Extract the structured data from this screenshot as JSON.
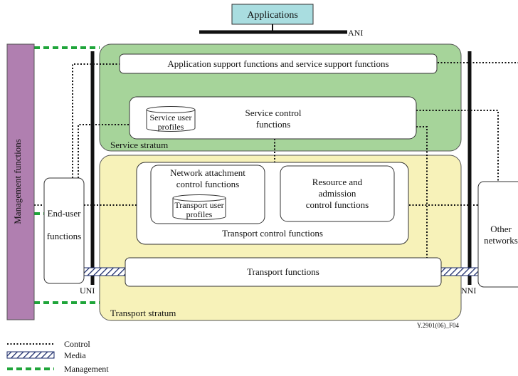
{
  "applications": {
    "label": "Applications"
  },
  "interfaces": {
    "ani": "ANI",
    "uni": "UNI",
    "nni": "NNI"
  },
  "management": {
    "label": "Management functions"
  },
  "service_stratum": {
    "label": "Service stratum",
    "app_support": "Application support functions and service support functions",
    "service_control": [
      "Service control",
      "functions"
    ],
    "service_user_profiles": [
      "Service user",
      "profiles"
    ]
  },
  "transport_stratum": {
    "label": "Transport stratum",
    "nacf": [
      "Network attachment",
      "control functions"
    ],
    "transport_user_profiles": [
      "Transport user",
      "profiles"
    ],
    "racf": [
      "Resource and",
      "admission",
      "control functions"
    ],
    "transport_control": "Transport control functions",
    "transport_functions": "Transport functions"
  },
  "end_user": [
    "End-user",
    "functions"
  ],
  "other_networks": [
    "Other",
    "networks"
  ],
  "figure_id": "Y.2901(06)_F04",
  "legend": {
    "control": "Control",
    "media": "Media",
    "management": "Management"
  },
  "colors": {
    "applications_fill": "#a9dde0",
    "management_fill": "#b07fb0",
    "service_fill": "#a6d49a",
    "transport_fill": "#f7f2b9",
    "management_line": "#1fa53a"
  }
}
